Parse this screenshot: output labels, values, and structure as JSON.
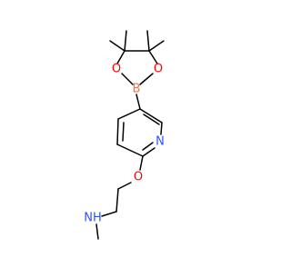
{
  "molecule": {
    "atoms": {
      "boron": "B",
      "oxygen_ring_left": "O",
      "oxygen_ring_right": "O",
      "pyridine_nitrogen": "N",
      "ether_oxygen": "O",
      "amine": "NH"
    },
    "colors": {
      "bond": "#000000",
      "boron": "#e07b4f",
      "oxygen": "#ff0000",
      "nitrogen": "#3050f8"
    }
  }
}
